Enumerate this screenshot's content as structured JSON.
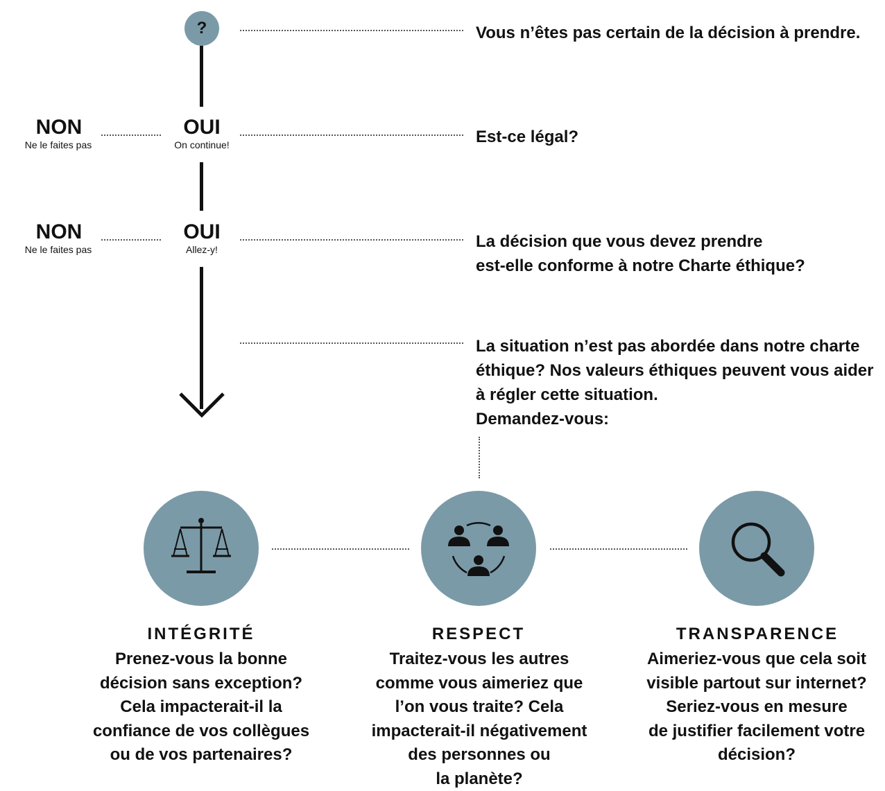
{
  "start": {
    "symbol": "?"
  },
  "steps": [
    {
      "text": "Vous n’êtes pas certain de la décision à prendre."
    },
    {
      "yes_label": "OUI",
      "yes_sub": "On continue!",
      "no_label": "NON",
      "no_sub": "Ne le faites pas",
      "text": "Est-ce légal?"
    },
    {
      "yes_label": "OUI",
      "yes_sub": "Allez-y!",
      "no_label": "NON",
      "no_sub": "Ne le faites pas",
      "text": "La décision que vous devez prendre\nest-elle conforme à notre Charte éthique?"
    }
  ],
  "situation": {
    "text": "La situation n’est pas abordée dans notre charte éthique? Nos valeurs éthiques peuvent vous aider à régler cette situation.",
    "ask": "Demandez-vous:"
  },
  "values": [
    {
      "title": "INTÉGRITÉ",
      "icon": "scales-icon",
      "text": "Prenez-vous la bonne\ndécision sans exception?\nCela impacterait-il la\nconfiance de vos collègues\nou de vos partenaires?"
    },
    {
      "title": "RESPECT",
      "icon": "people-circle-icon",
      "text": "Traitez-vous les autres\ncomme vous aimeriez que\nl’on vous traite? Cela\nimpacterait-il négativement\ndes personnes ou\nla planète?"
    },
    {
      "title": "TRANSPARENCE",
      "icon": "magnifier-icon",
      "text": "Aimeriez-vous que cela soit\nvisible partout sur internet?\nSeriez-vous en mesure\nde justifier facilement votre\ndécision?"
    }
  ],
  "colors": {
    "accent": "#7b9aa8",
    "ink": "#111111",
    "dots": "#555555"
  }
}
